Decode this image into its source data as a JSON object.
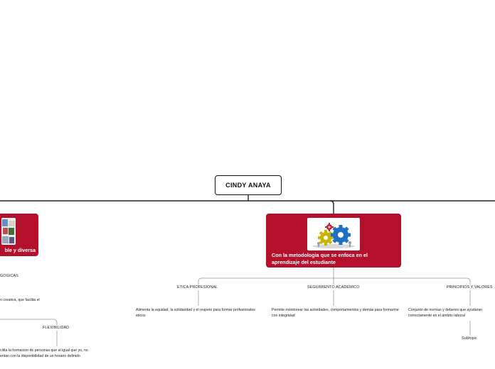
{
  "root": {
    "label": "CINDY ANAYA"
  },
  "main_topics": [
    {
      "label": "ble y diversa"
    },
    {
      "label": "Con la metodologia que se enfoca en el aprendizaje del estudiante"
    }
  ],
  "left_branch": {
    "subtopic_partial": "GOGICAS",
    "desc_partial": "n creativa, que facilita el",
    "flexibility": "FLEXIBILIDAD",
    "flexibility_desc_line1": "cilita la formacion de personas que al igual que yo, no",
    "flexibility_desc_line2": "entan con la disponibilidad de un horario definido"
  },
  "right_branch": {
    "subtopics": [
      {
        "label": "ETICA PROFESIONAL",
        "desc": "Alimenta la equidad, la solidaridad y el respeto para formar profesionales eticos"
      },
      {
        "label": "SEGUIMIENTO ACADEMICO",
        "desc": "Permite monitorear las actividades, comportamientos y demás para formarme con integridad"
      },
      {
        "label": "PRINCIPIOS Y VALORES",
        "desc": "Conjunto de normas y deberes que ayudaran correctamente en el ámbito laboral",
        "child": "Subtopic"
      }
    ]
  },
  "colors": {
    "card": "#b40f2b",
    "line": "#222222",
    "sub_line": "#999999"
  },
  "icons": [
    "gears-icon",
    "collage-thumbnail"
  ]
}
